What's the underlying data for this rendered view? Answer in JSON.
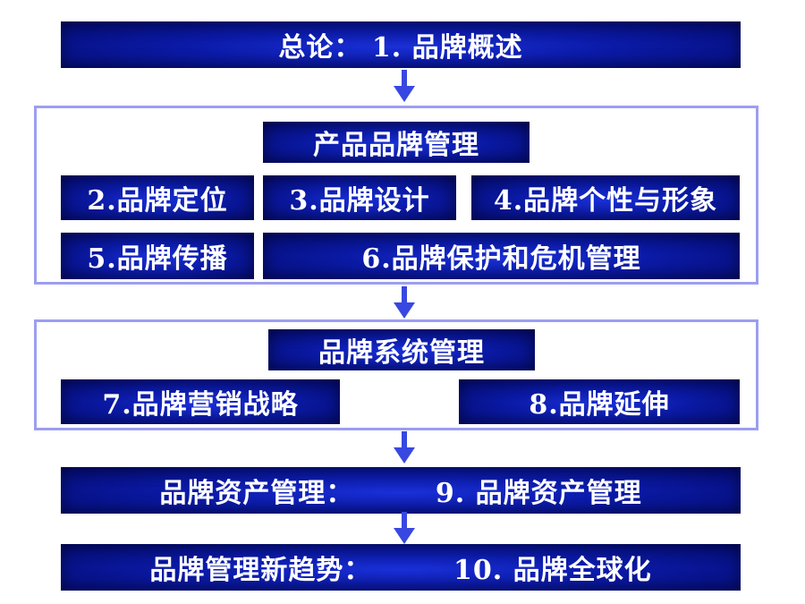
{
  "rows": {
    "overview": "总论： 1. 品牌概述",
    "brand_asset": "品牌资产管理：        9. 品牌资产管理",
    "trends": "品牌管理新趋势：        10. 品牌全球化"
  },
  "product_brand_group": {
    "title": "产品品牌管理",
    "items": [
      "2.品牌定位",
      "3.品牌设计",
      "4.品牌个性与形象",
      "5.品牌传播",
      "6.品牌保护和危机管理"
    ]
  },
  "brand_system_group": {
    "title": "品牌系统管理",
    "items": [
      "7.品牌营销战略",
      "8.品牌延伸"
    ]
  },
  "colors": {
    "box_dark": "#030a6a",
    "box_bright": "#1a30d8",
    "group_border": "#9c9ef0",
    "arrow": "#3848e0"
  },
  "icons": {
    "flow_arrow": "down-arrow-icon"
  }
}
